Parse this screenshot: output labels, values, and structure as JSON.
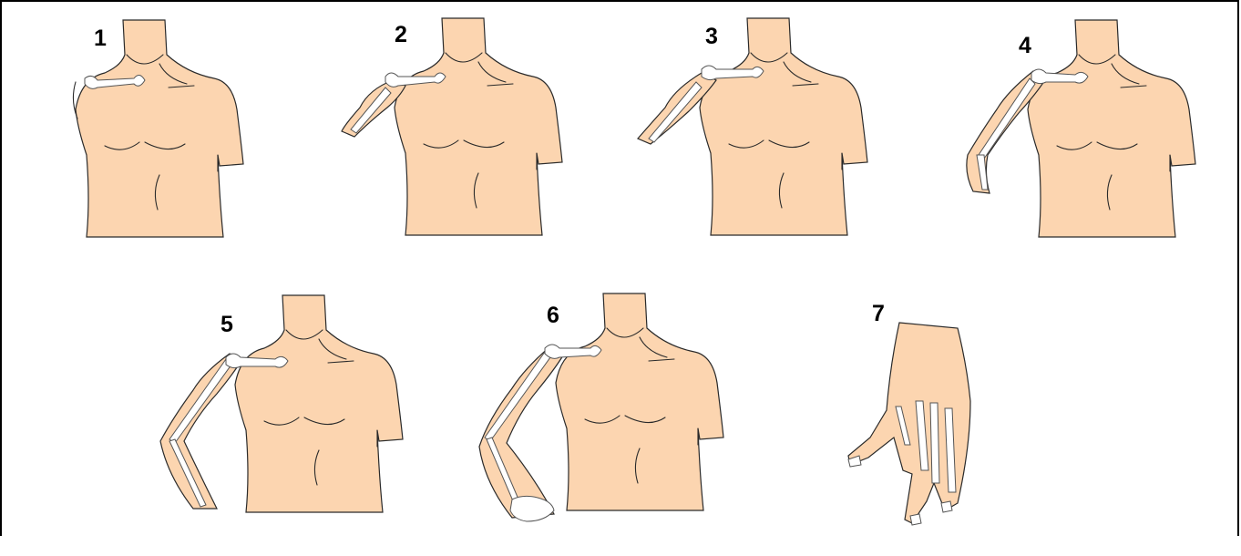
{
  "stages": [
    {
      "label": "1",
      "skin_color": "#fcd5b0"
    },
    {
      "label": "2",
      "skin_color": "#fcd5b0"
    },
    {
      "label": "3",
      "skin_color": "#fcd5b0"
    },
    {
      "label": "4",
      "skin_color": "#fcd5b0"
    },
    {
      "label": "5",
      "skin_color": "#fcd5b0"
    },
    {
      "label": "6",
      "skin_color": "#fcd5b0"
    },
    {
      "label": "7",
      "skin_color": "#fcd5b0"
    }
  ]
}
